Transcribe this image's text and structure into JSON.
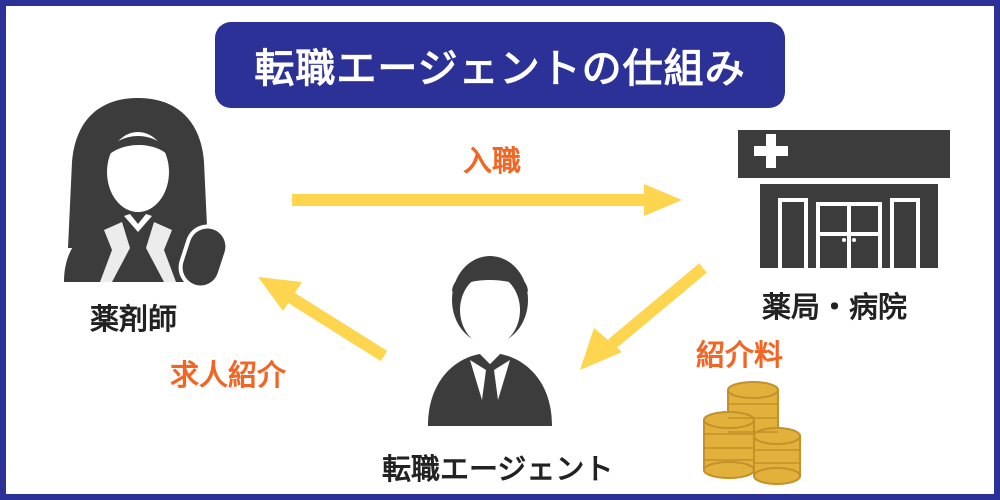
{
  "title": "転職エージェントの仕組み",
  "nodes": {
    "pharmacist": "薬剤師",
    "pharmacy_hospital": "薬局・病院",
    "agent": "転職エージェント"
  },
  "flows": {
    "hire": "入職",
    "job_introduction": "求人紹介",
    "referral_fee": "紹介料"
  },
  "colors": {
    "frame": "#2b3196",
    "arrow": "#fdd54f",
    "flow_text": "#f26522",
    "icon": "#3c3c3c",
    "coin": "#e2b13c"
  },
  "icons": [
    "pharmacist-woman-icon",
    "pharmacy-building-icon",
    "agent-man-icon",
    "coin-stack-icon"
  ]
}
